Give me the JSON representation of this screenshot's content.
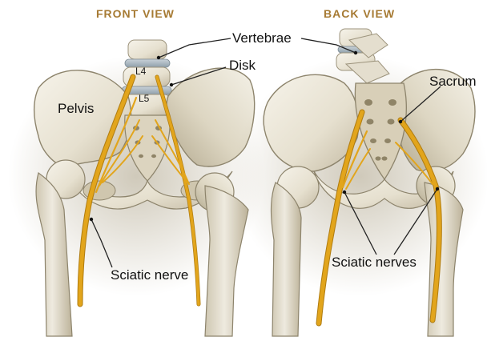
{
  "views": {
    "front_title": "FRONT VIEW",
    "back_title": "BACK VIEW"
  },
  "labels": {
    "vertebrae": "Vertebrae",
    "disk": "Disk",
    "l4": "L4",
    "l5": "L5",
    "pelvis": "Pelvis",
    "sacrum": "Sacrum",
    "sciatic_nerve": "Sciatic nerve",
    "sciatic_nerves": "Sciatic nerves"
  },
  "colors": {
    "title": "#a67a33",
    "text": "#111111",
    "bone": "#ece8dc",
    "bone_shade": "#b6ae99",
    "nerve": "#e2a51c",
    "nerve_edge": "#b07c10",
    "disk": "#9aa8b2",
    "leader": "#222222"
  }
}
